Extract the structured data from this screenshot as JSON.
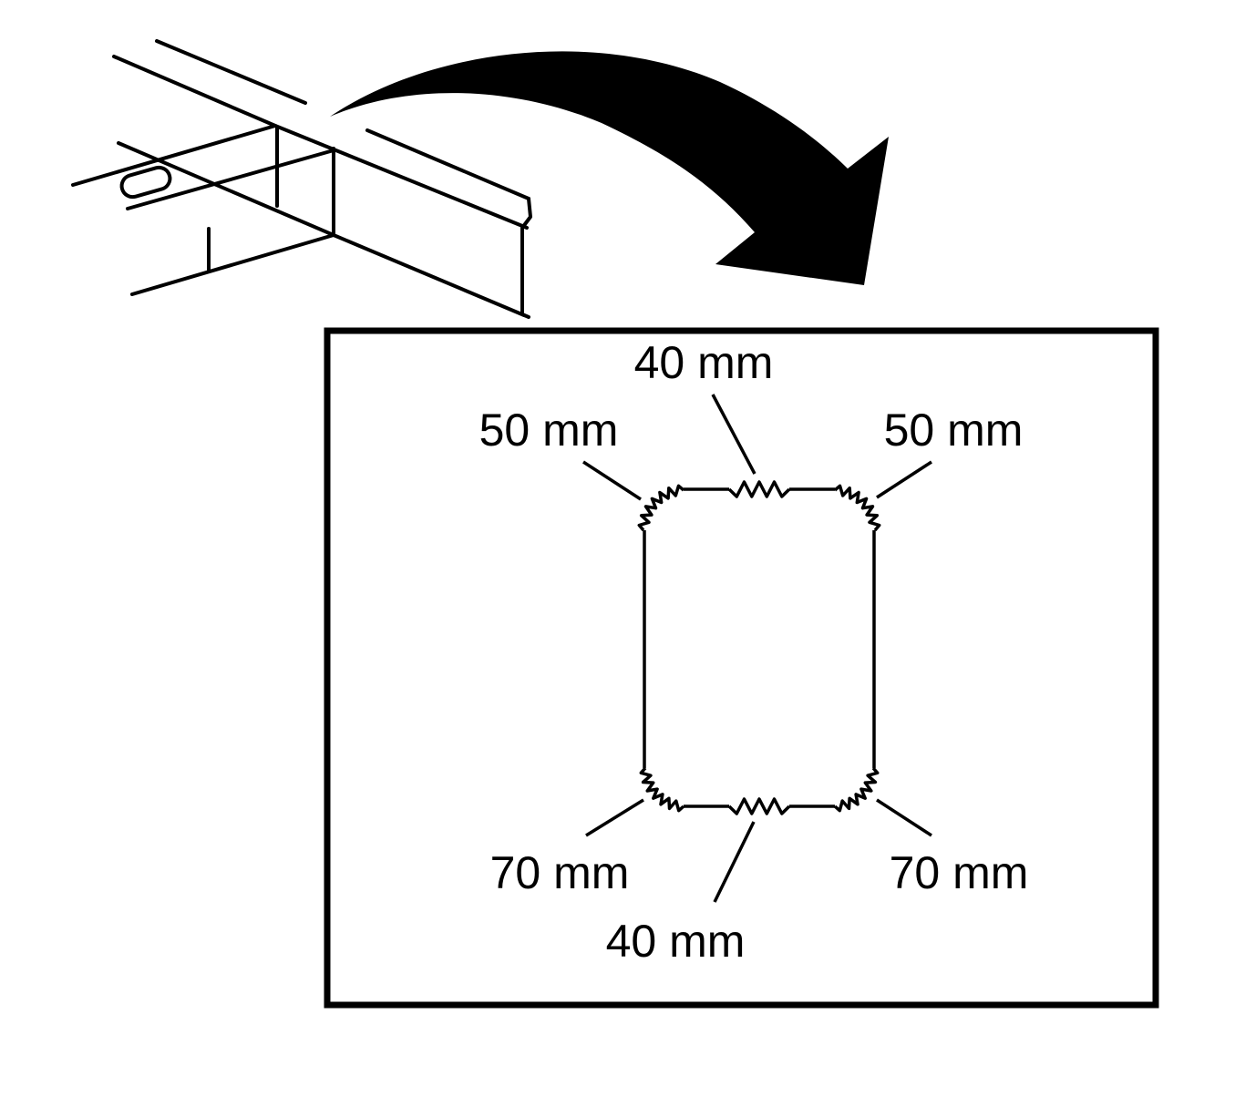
{
  "colors": {
    "ink": "#000000",
    "background": "#ffffff"
  },
  "labels": {
    "top_center": "40 mm",
    "top_left": "50 mm",
    "top_right": "50 mm",
    "bottom_left": "70 mm",
    "bottom_right": "70 mm",
    "bottom_center": "40 mm"
  }
}
